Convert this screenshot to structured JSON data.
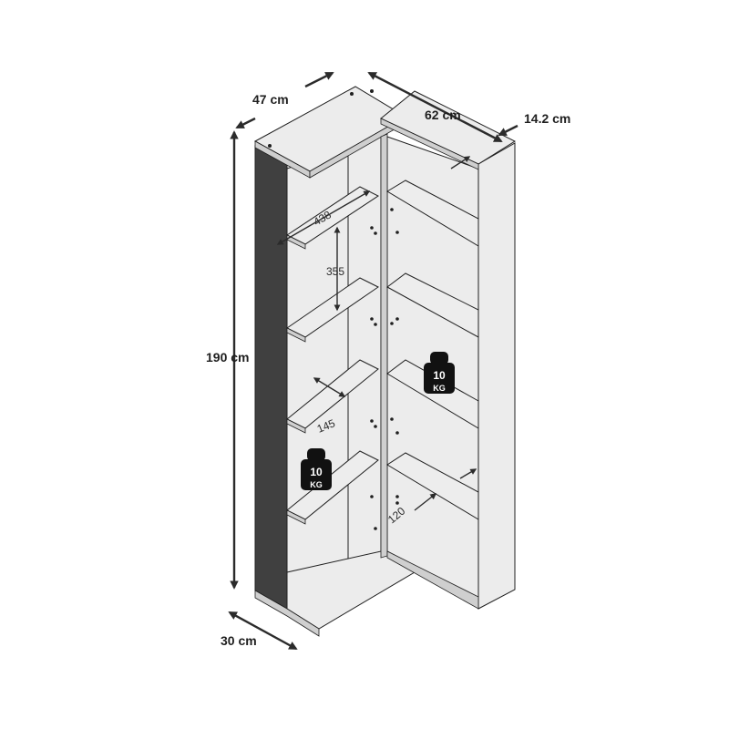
{
  "dimensions": {
    "width": "47 cm",
    "depth": "62 cm",
    "door_depth": "14.2 cm",
    "height": "190 cm",
    "base_depth": "30 cm"
  },
  "inner_measures": {
    "shelf_width": "438",
    "shelf_spacing": "355",
    "shelf_depth": "145",
    "door_shelf_depth": "120"
  },
  "weight_labels": [
    {
      "number": "10",
      "unit": "KG"
    },
    {
      "number": "10",
      "unit": "KG"
    }
  ],
  "colors": {
    "panel_dark": "#404040",
    "panel_light": "#ececec",
    "line": "#1f1f1f"
  }
}
